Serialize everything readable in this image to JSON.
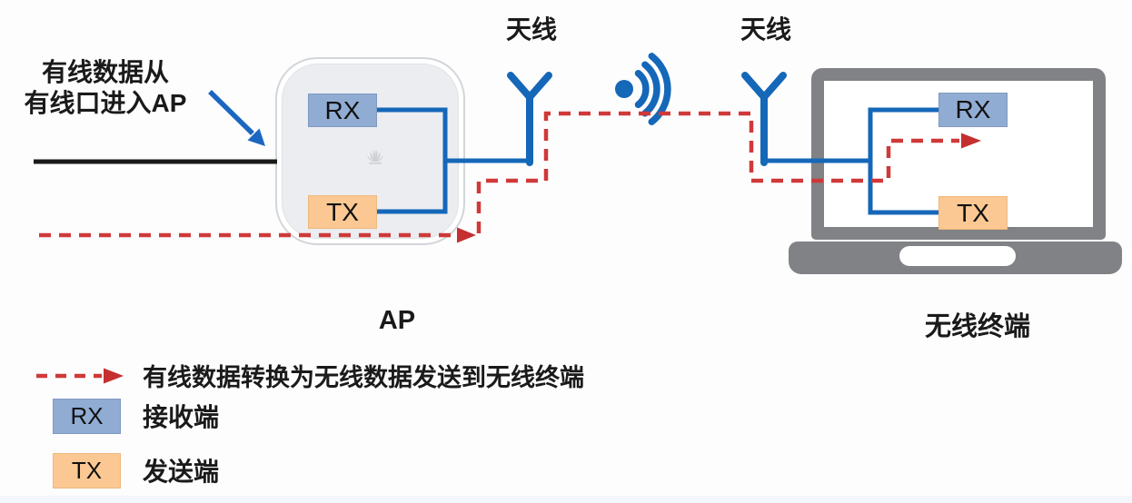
{
  "colors": {
    "blue_line": "#1567b8",
    "red_dashed": "#cf3939",
    "rx_fill": "#91acd3",
    "tx_fill": "#fbc893",
    "ap_face": "#ecedf0",
    "laptop_gray": "#808285",
    "wire_black": "#1a1a1a",
    "text": "#1a1a1a"
  },
  "note": {
    "line1": "有线数据从",
    "line2": "有线口进入AP"
  },
  "antennas": {
    "left_label": "天线",
    "right_label": "天线"
  },
  "ap": {
    "title": "AP",
    "rx": "RX",
    "tx": "TX",
    "logo": "huawei-logo"
  },
  "terminal": {
    "title": "无线终端",
    "rx": "RX",
    "tx": "TX"
  },
  "legend": {
    "flow": {
      "symbol": "red-dashed-arrow",
      "text": "有线数据转换为无线数据发送到无线终端"
    },
    "rx": {
      "symbol": "RX",
      "text": "接收端"
    },
    "tx": {
      "symbol": "TX",
      "text": "发送端"
    }
  }
}
